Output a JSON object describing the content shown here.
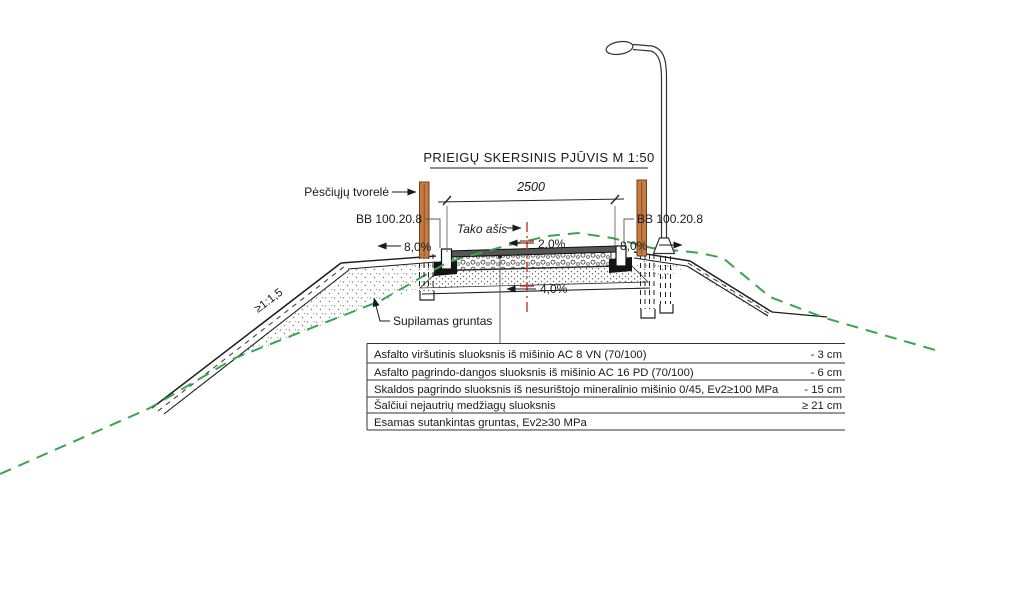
{
  "title": "PRIEIGŲ SKERSINIS PJŪVIS M 1:50",
  "labels": {
    "pedestrian_fence": "Pėsčiųjų tvorelė",
    "curb_left": "BB 100.20.8",
    "curb_right": "BB 100.20.8",
    "path_axis": "Tako ašis",
    "fill_soil": "Supilamas gruntas",
    "embankment_slope_ratio": "≥1:1,5"
  },
  "dimensions": {
    "path_width_mm": "2500",
    "crossfall_path": "2,0%",
    "crossfall_subgrade": "4,0%",
    "shoulder_left": "8,0%",
    "shoulder_right": "8,0%"
  },
  "layers_table": {
    "rows": [
      {
        "name": "Asfalto viršutinis sluoksnis iš mišinio AC 8 VN (70/100)",
        "thickness": "- 3 cm"
      },
      {
        "name": "Asfalto pagrindo-dangos sluoksnis iš mišinio AC 16 PD (70/100)",
        "thickness": "- 6 cm"
      },
      {
        "name": "Skaldos pagrindo sluoksnis iš nesurištojo mineralinio mišinio 0/45, Ev2≥100 MPa",
        "thickness": "- 15 cm"
      },
      {
        "name": "Šalčiui nejautrių medžiagų sluoksnis",
        "thickness": "≥ 21 cm"
      },
      {
        "name": "Esamas sutankintas gruntas, Ev2≥30 MPa",
        "thickness": ""
      }
    ]
  },
  "colors": {
    "existing_ground_green": "#3aa54d",
    "axis_red": "#c0392b",
    "fence_post_orange": "#c57b41",
    "line_black": "#1c1c1c"
  }
}
